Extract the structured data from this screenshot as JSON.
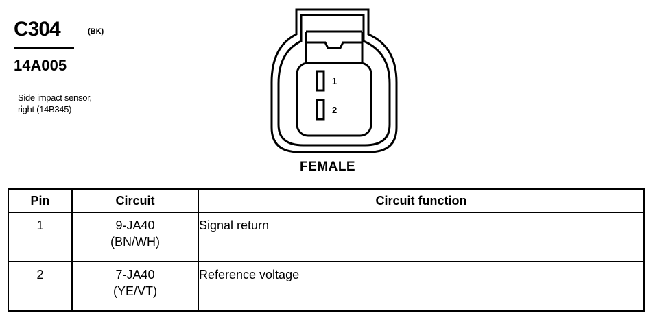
{
  "connector": {
    "id": "C304",
    "color_code": "(BK)",
    "part_number": "14A005",
    "description_lines": [
      "Side impact sensor,",
      "right (14B345)"
    ],
    "gender": "FEMALE",
    "pin_labels": [
      "1",
      "2"
    ]
  },
  "table": {
    "headers": {
      "pin": "Pin",
      "circuit": "Circuit",
      "function": "Circuit function"
    },
    "rows": [
      {
        "pin": "1",
        "circuit": "9-JA40",
        "circuit_color": "(BN/WH)",
        "function": "Signal return"
      },
      {
        "pin": "2",
        "circuit": "7-JA40",
        "circuit_color": "(YE/VT)",
        "function": "Reference voltage"
      }
    ]
  }
}
